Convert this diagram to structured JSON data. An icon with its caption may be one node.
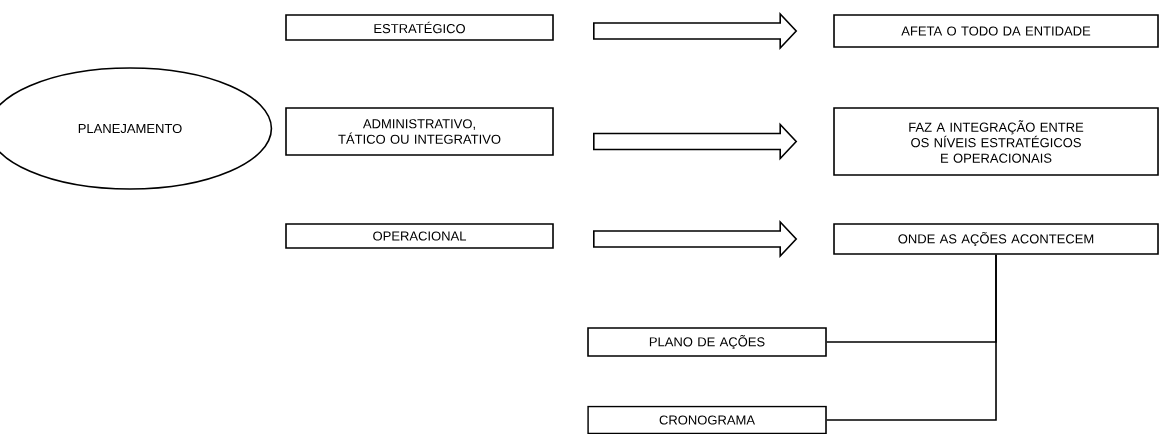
{
  "diagram": {
    "nodes": [
      {
        "text": [
          "PLANEJAMENTO"
        ]
      },
      {
        "text": [
          "ESTRATÉGICO"
        ]
      },
      {
        "text": [
          "ADMINISTRATIVO, TÁTICO OU INTEGRATIVO"
        ]
      },
      {
        "text": [
          "OPERACIONAL"
        ]
      },
      {
        "text": [
          "AFETA O TODO DA ENTIDADE"
        ]
      },
      {
        "text": [
          "FAZ A INTEGRAÇÃO ENTRE OS NÍVEIS ESTRATÉGICOS E OPERACIONAIS"
        ]
      },
      {
        "text": [
          "ONDE AS AÇÕES ACONTECEM"
        ]
      },
      {
        "text": [
          "PLANO DE AÇÕES"
        ]
      },
      {
        "text": [
          "CRONOGRAMA"
        ]
      }
    ],
    "edges": [
      {
        "from": 1,
        "to": 4,
        "arrow": "to"
      },
      {
        "from": 2,
        "to": 5,
        "arrow": "to"
      },
      {
        "from": 3,
        "to": 6,
        "arrow": "to"
      },
      {
        "from": 6,
        "to": 7,
        "arrow": "none"
      },
      {
        "from": 6,
        "to": 8,
        "arrow": "none"
      }
    ]
  }
}
